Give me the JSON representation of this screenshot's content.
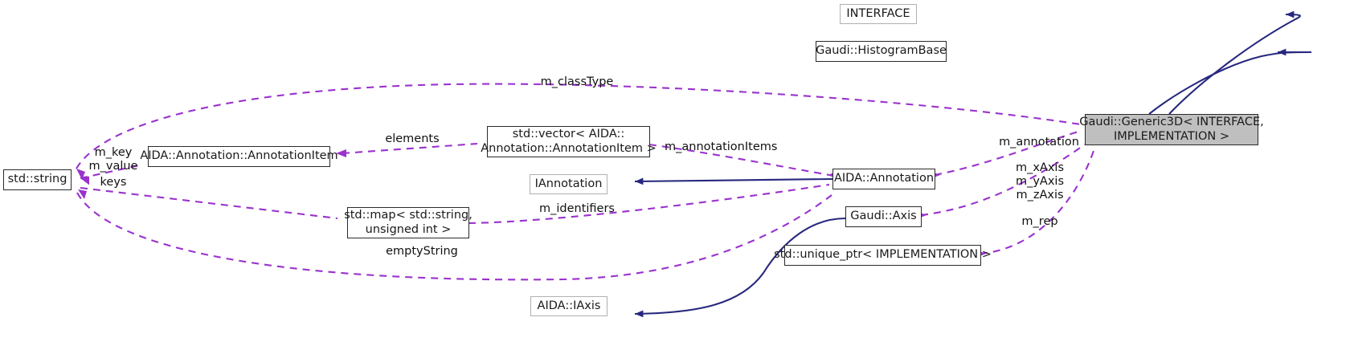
{
  "diagram": {
    "kind": "uml-collaboration-diagram",
    "title": "Gaudi::Generic3D< INTERFACE, IMPLEMENTATION > collaboration diagram",
    "colors": {
      "association_edge": "#9a32cd",
      "inheritance_edge": "#27287e",
      "node_border": "#2a2a2a",
      "node_border_light": "#b0b0b0",
      "focus_fill": "#bfbfbf",
      "background": "#ffffff",
      "text": "#1a1a1a"
    },
    "nodes": [
      {
        "id": "interface",
        "label": "INTERFACE",
        "style": "light"
      },
      {
        "id": "histbase",
        "label": "Gaudi::HistogramBase",
        "style": "normal"
      },
      {
        "id": "generic3d",
        "label": "Gaudi::Generic3D< INTERFACE,\nIMPLEMENTATION >",
        "style": "focus"
      },
      {
        "id": "vectoritem",
        "label": "std::vector< AIDA::\nAnnotation::AnnotationItem >",
        "style": "normal"
      },
      {
        "id": "annotitem",
        "label": "AIDA::Annotation::AnnotationItem",
        "style": "normal"
      },
      {
        "id": "stdstring",
        "label": "std::string",
        "style": "normal"
      },
      {
        "id": "iannotation",
        "label": "IAnnotation",
        "style": "light"
      },
      {
        "id": "annotation",
        "label": "AIDA::Annotation",
        "style": "normal"
      },
      {
        "id": "stdmap",
        "label": "std::map< std::string,\nunsigned int >",
        "style": "normal"
      },
      {
        "id": "gaudiaxis",
        "label": "Gaudi::Axis",
        "style": "normal"
      },
      {
        "id": "uniqueptr",
        "label": "std::unique_ptr< IMPLEMENTATION >",
        "style": "normal"
      },
      {
        "id": "aidaiaxis",
        "label": "AIDA::IAxis",
        "style": "light"
      }
    ],
    "edge_labels": [
      {
        "id": "m_classType",
        "text": "m_classType"
      },
      {
        "id": "elements",
        "text": "elements"
      },
      {
        "id": "m_annotationItems",
        "text": "m_annotationItems"
      },
      {
        "id": "m_key_m_value",
        "text": "m_key\nm_value"
      },
      {
        "id": "keys",
        "text": "keys"
      },
      {
        "id": "m_identifiers",
        "text": "m_identifiers"
      },
      {
        "id": "emptyString",
        "text": "emptyString"
      },
      {
        "id": "m_annotation",
        "text": "m_annotation"
      },
      {
        "id": "m_axes",
        "text": "m_xAxis\nm_yAxis\nm_zAxis"
      },
      {
        "id": "m_rep",
        "text": "m_rep"
      }
    ],
    "edges": [
      {
        "from": "generic3d",
        "to": "interface",
        "type": "inheritance"
      },
      {
        "from": "generic3d",
        "to": "histbase",
        "type": "inheritance"
      },
      {
        "from": "annotation",
        "to": "iannotation",
        "type": "inheritance"
      },
      {
        "from": "gaudiaxis",
        "to": "aidaiaxis",
        "type": "inheritance"
      },
      {
        "from": "stdstring",
        "to": "generic3d",
        "type": "association",
        "label": "m_classType"
      },
      {
        "from": "annotitem",
        "to": "vectoritem",
        "type": "association",
        "label": "elements"
      },
      {
        "from": "vectoritem",
        "to": "annotation",
        "type": "association",
        "label": "m_annotationItems"
      },
      {
        "from": "stdstring",
        "to": "annotitem",
        "type": "association",
        "label": "m_key\nm_value"
      },
      {
        "from": "stdstring",
        "to": "stdmap",
        "type": "association",
        "label": "keys"
      },
      {
        "from": "stdmap",
        "to": "annotation",
        "type": "association",
        "label": "m_identifiers"
      },
      {
        "from": "stdstring",
        "to": "annotation",
        "type": "association",
        "label": "emptyString"
      },
      {
        "from": "annotation",
        "to": "generic3d",
        "type": "association",
        "label": "m_annotation"
      },
      {
        "from": "gaudiaxis",
        "to": "generic3d",
        "type": "association",
        "label": "m_xAxis\nm_yAxis\nm_zAxis"
      },
      {
        "from": "uniqueptr",
        "to": "generic3d",
        "type": "association",
        "label": "m_rep"
      }
    ]
  }
}
